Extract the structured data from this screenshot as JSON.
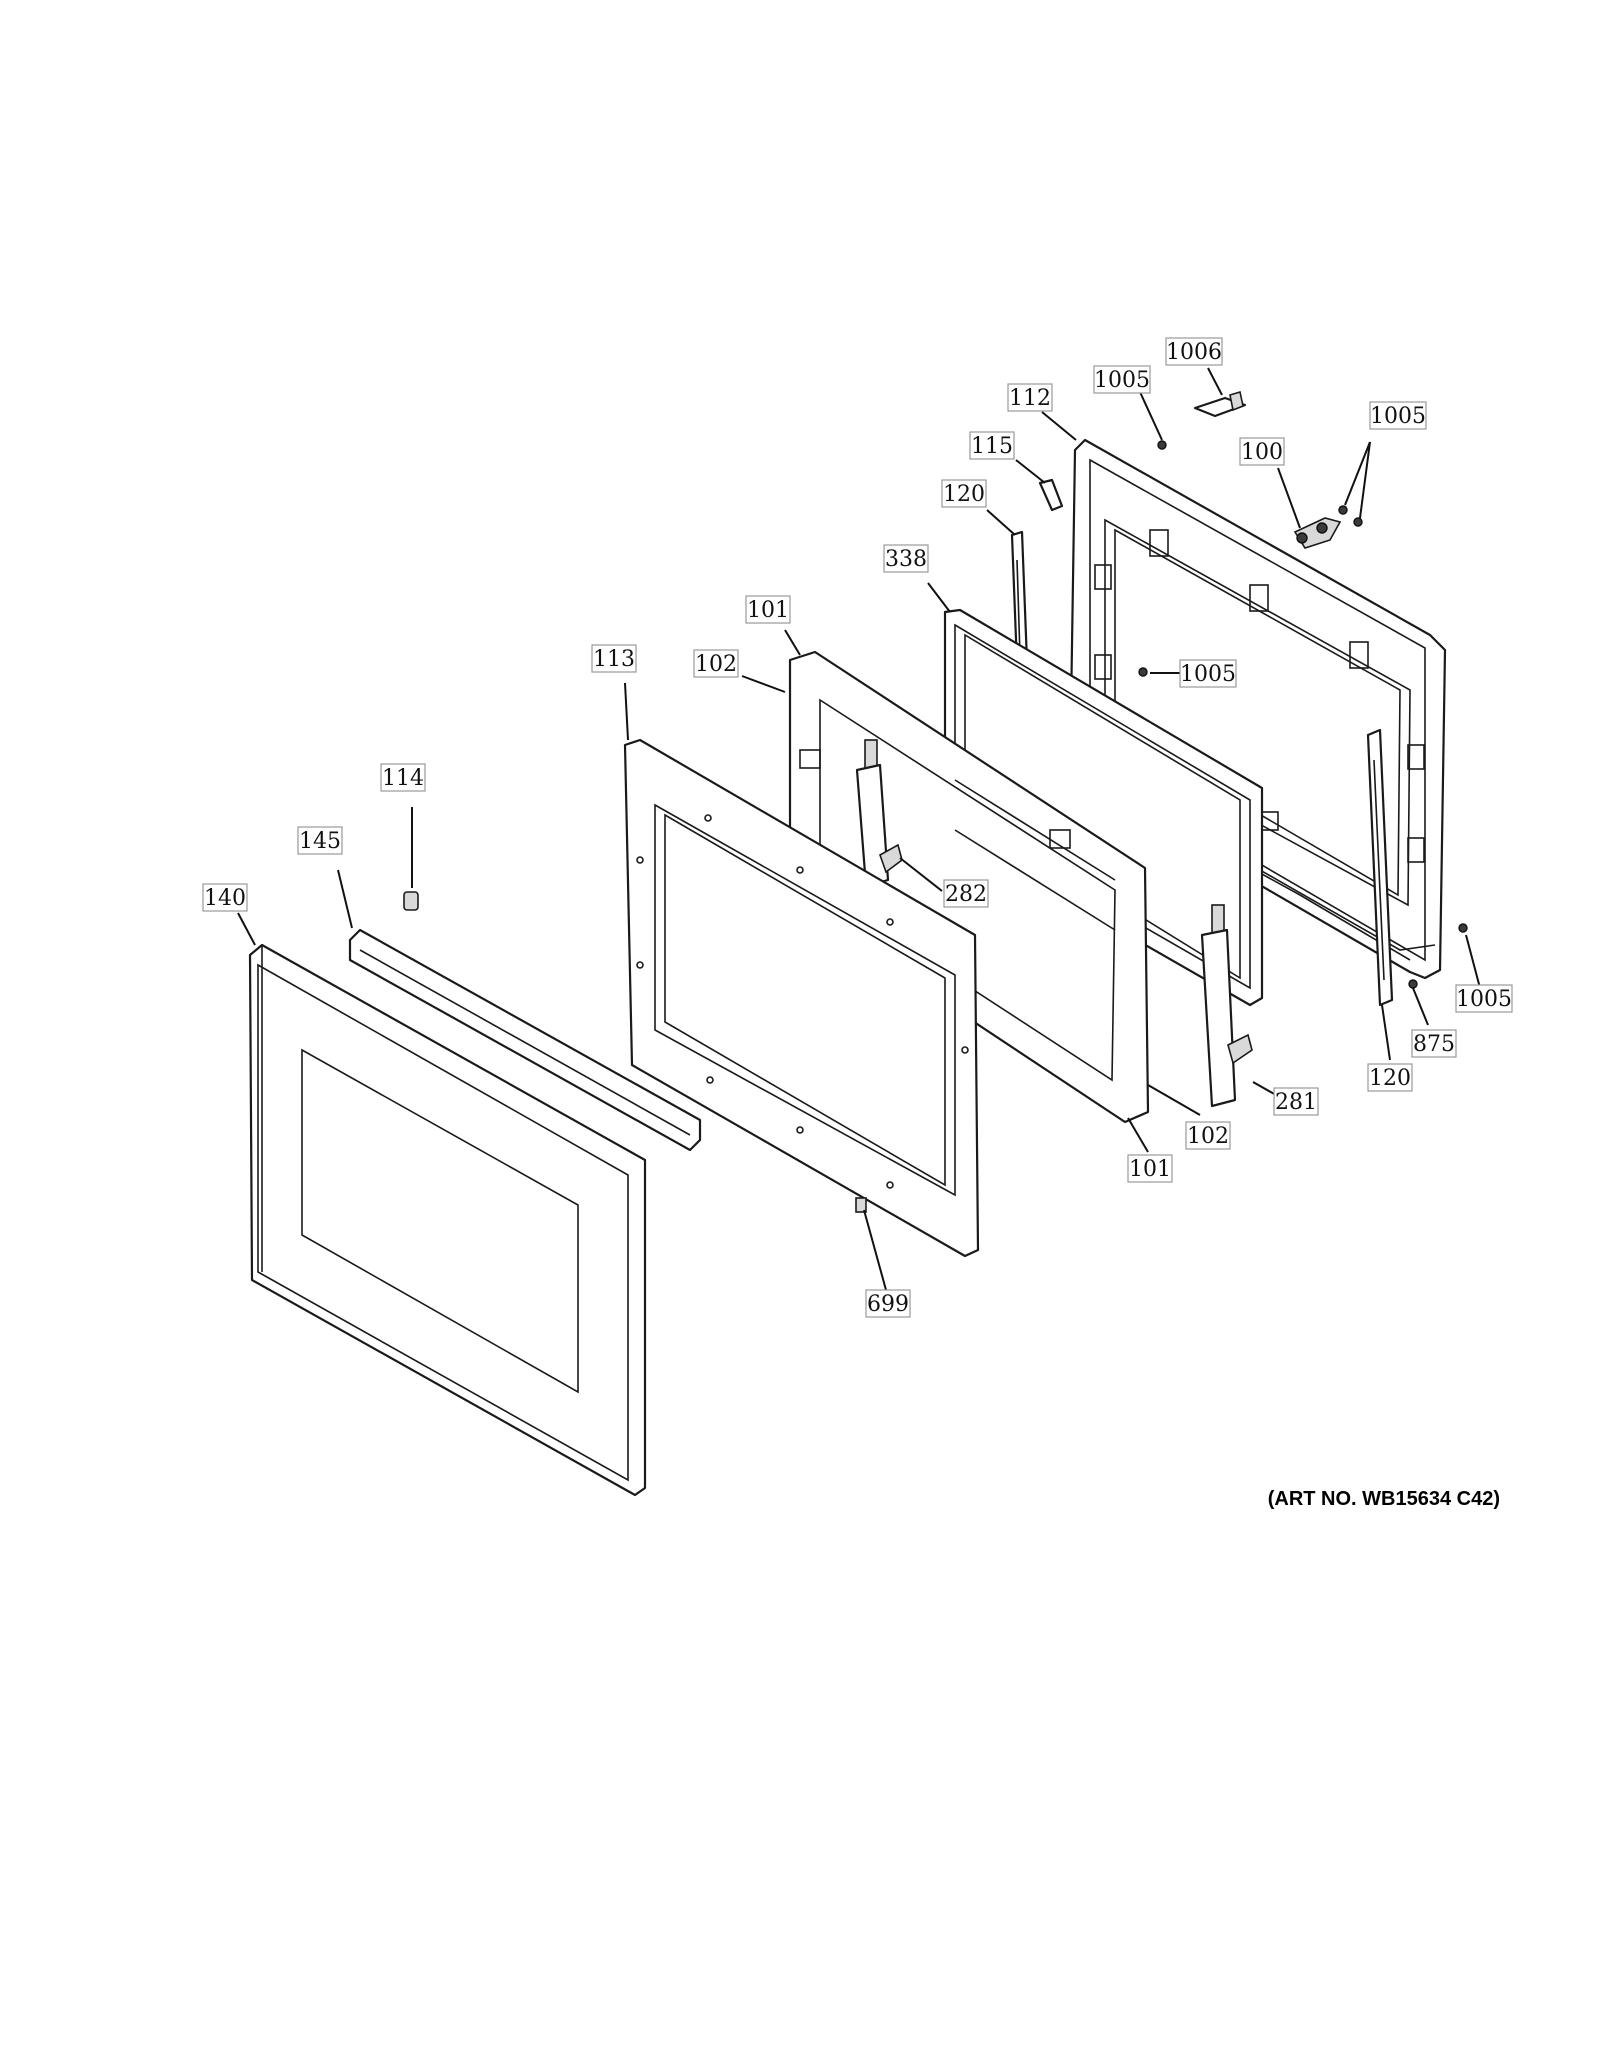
{
  "diagram": {
    "art_number": "(ART NO. WB15634 C42)",
    "callouts": [
      {
        "id": "c1006",
        "label": "1006"
      },
      {
        "id": "c1005a",
        "label": "1005"
      },
      {
        "id": "c112",
        "label": "112"
      },
      {
        "id": "c1005b",
        "label": "1005"
      },
      {
        "id": "c100",
        "label": "100"
      },
      {
        "id": "c115",
        "label": "115"
      },
      {
        "id": "c120a",
        "label": "120"
      },
      {
        "id": "c338",
        "label": "338"
      },
      {
        "id": "c101a",
        "label": "101"
      },
      {
        "id": "c1005c",
        "label": "1005"
      },
      {
        "id": "c102a",
        "label": "102"
      },
      {
        "id": "c113",
        "label": "113"
      },
      {
        "id": "c114",
        "label": "114"
      },
      {
        "id": "c145",
        "label": "145"
      },
      {
        "id": "c282",
        "label": "282"
      },
      {
        "id": "c140",
        "label": "140"
      },
      {
        "id": "c1005d",
        "label": "1005"
      },
      {
        "id": "c875",
        "label": "875"
      },
      {
        "id": "c120b",
        "label": "120"
      },
      {
        "id": "c281",
        "label": "281"
      },
      {
        "id": "c102b",
        "label": "102"
      },
      {
        "id": "c101b",
        "label": "101"
      },
      {
        "id": "c699",
        "label": "699"
      }
    ]
  }
}
